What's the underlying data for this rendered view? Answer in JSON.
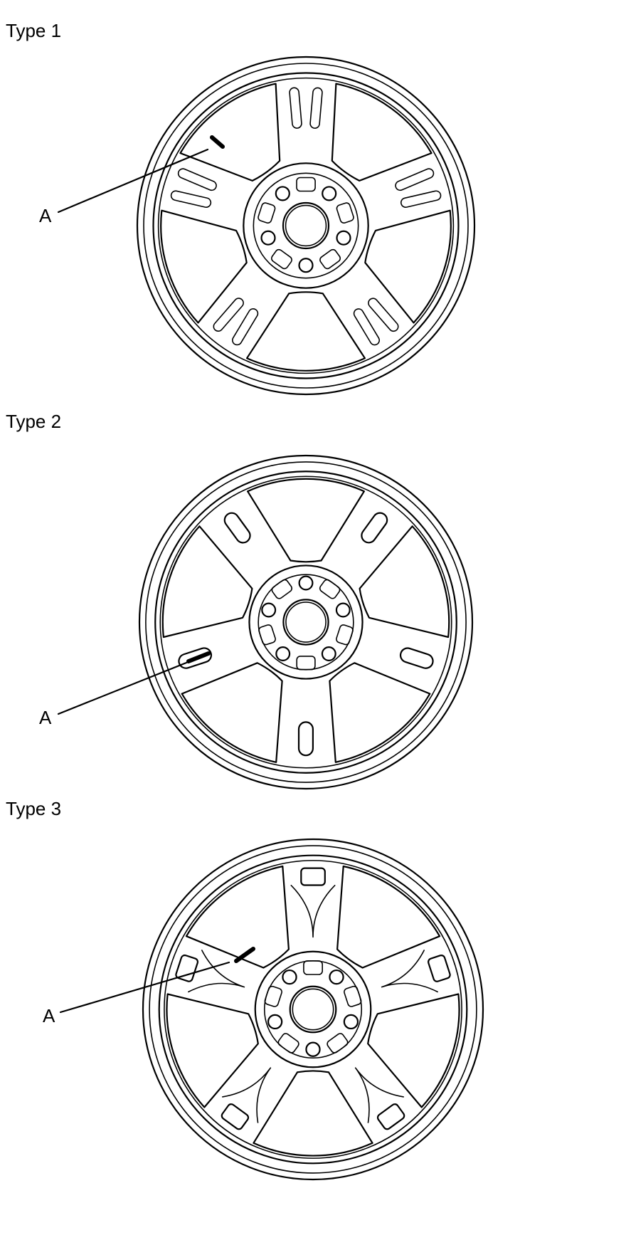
{
  "diagrams": [
    {
      "id": "type1",
      "title": "Type 1",
      "callout": "A",
      "spokes": 5,
      "pattern": "twin-slot",
      "hub_holes": 5
    },
    {
      "id": "type2",
      "title": "Type 2",
      "callout": "A",
      "spokes": 5,
      "pattern": "single-slot",
      "hub_holes": 5
    },
    {
      "id": "type3",
      "title": "Type 3",
      "callout": "A",
      "spokes": 5,
      "pattern": "split-spoke",
      "hub_holes": 5
    }
  ],
  "colors": {
    "line": "#000000",
    "background": "#ffffff"
  }
}
